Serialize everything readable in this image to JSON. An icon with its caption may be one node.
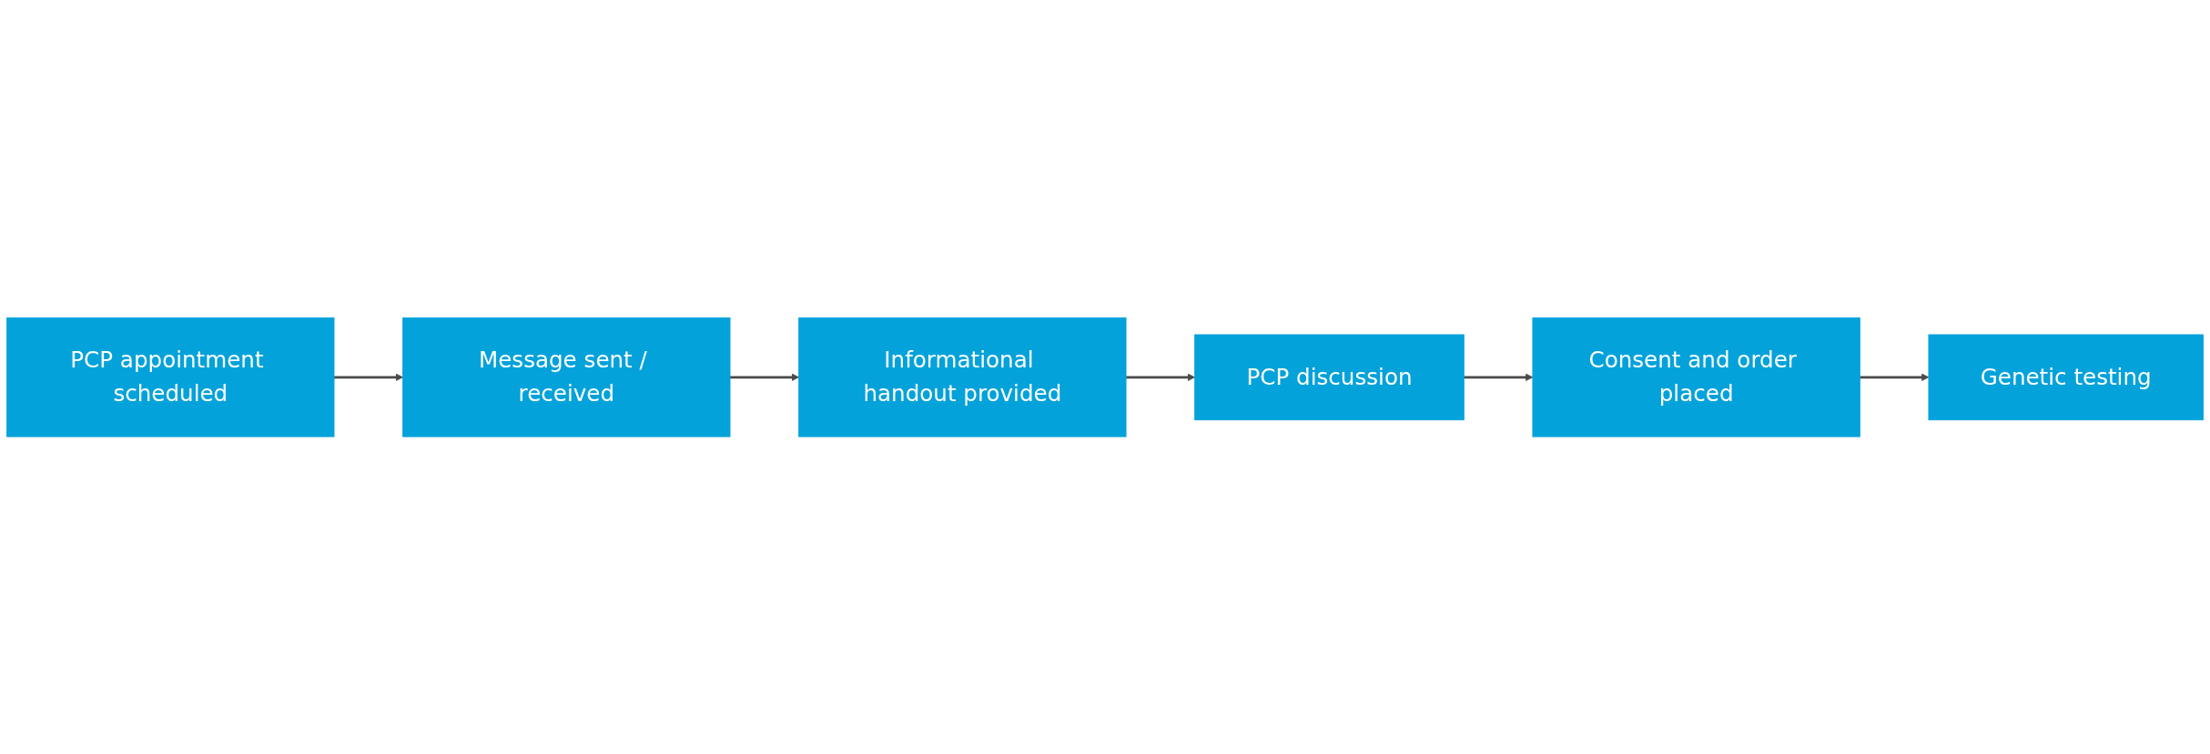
{
  "diagram": {
    "nodes": [
      {
        "text": [
          "PCP appointment scheduled"
        ]
      },
      {
        "text": [
          "Message sent / received"
        ]
      },
      {
        "text": [
          "Informational handout provided"
        ]
      },
      {
        "text": [
          "PCP discussion"
        ]
      },
      {
        "text": [
          "Consent and order placed"
        ]
      },
      {
        "text": [
          "Genetic testing"
        ]
      }
    ],
    "edges": [
      {
        "from": 0,
        "to": 1,
        "arrow": "to"
      },
      {
        "from": 1,
        "to": 2,
        "arrow": "to"
      },
      {
        "from": 2,
        "to": 3,
        "arrow": "to"
      },
      {
        "from": 3,
        "to": 4,
        "arrow": "to"
      },
      {
        "from": 4,
        "to": 5,
        "arrow": "to"
      }
    ]
  }
}
